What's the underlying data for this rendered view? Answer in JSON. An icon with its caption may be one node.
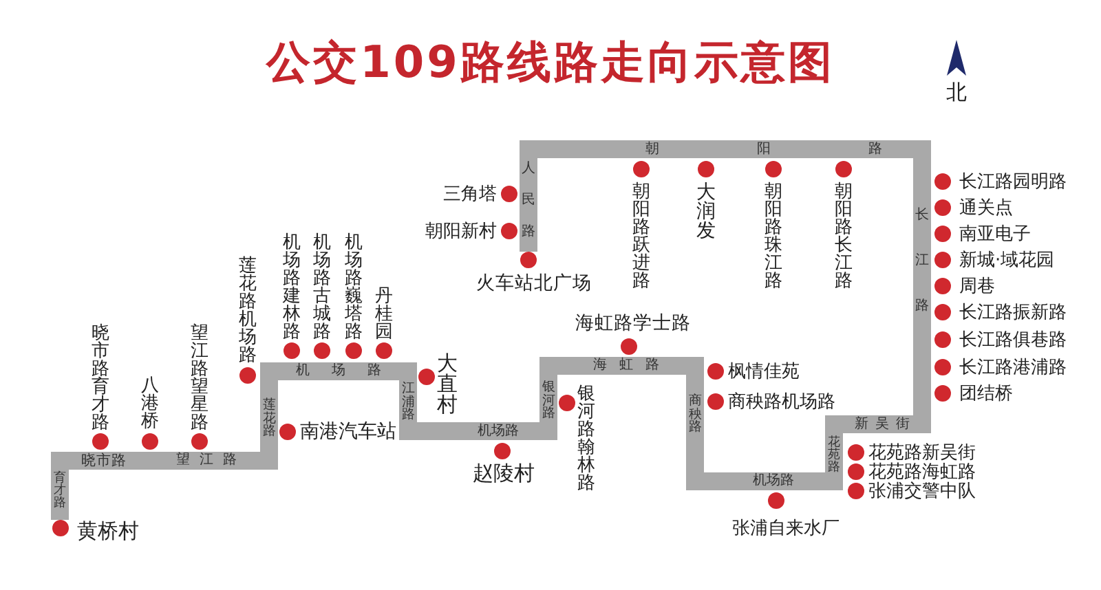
{
  "diagram": {
    "title": "公交109路线路走向示意图",
    "nodes": [
      {
        "text": [],
        "shape": "circle",
        "beside": [
          "黄桥村"
        ]
      },
      {
        "text": [],
        "shape": "circle",
        "beside": [
          "晓市路育才路"
        ]
      },
      {
        "text": [],
        "shape": "circle",
        "beside": [
          "八港桥"
        ]
      },
      {
        "text": [],
        "shape": "circle",
        "beside": [
          "望江路望星路"
        ]
      },
      {
        "text": [],
        "shape": "circle",
        "beside": [
          "莲花路机场路"
        ]
      },
      {
        "text": [],
        "shape": "circle",
        "beside": [
          "南港汽车站"
        ]
      },
      {
        "text": [],
        "shape": "circle",
        "beside": [
          "机场路建林路"
        ]
      },
      {
        "text": [],
        "shape": "circle",
        "beside": [
          "机场路古城路"
        ]
      },
      {
        "text": [],
        "shape": "circle",
        "beside": [
          "机场路巍塔路"
        ]
      },
      {
        "text": [],
        "shape": "circle",
        "beside": [
          "丹桂园"
        ]
      },
      {
        "text": [],
        "shape": "circle",
        "beside": [
          "大直村"
        ]
      },
      {
        "text": [],
        "shape": "circle",
        "beside": [
          "赵陵村"
        ]
      },
      {
        "text": [],
        "shape": "circle",
        "beside": [
          "银河路翰林路"
        ]
      },
      {
        "text": [],
        "shape": "circle",
        "beside": [
          "海虹路学士路"
        ]
      },
      {
        "text": [],
        "shape": "circle",
        "beside": [
          "枫情佳苑"
        ]
      },
      {
        "text": [],
        "shape": "circle",
        "beside": [
          "商秧路机场路"
        ]
      },
      {
        "text": [],
        "shape": "circle",
        "beside": [
          "张浦自来水厂"
        ]
      },
      {
        "text": [],
        "shape": "circle",
        "beside": [
          "张浦交警中队"
        ]
      },
      {
        "text": [],
        "shape": "circle",
        "beside": [
          "花苑路海虹路"
        ]
      },
      {
        "text": [],
        "shape": "circle",
        "beside": [
          "花苑路新吴街"
        ]
      },
      {
        "text": [],
        "shape": "circle",
        "beside": [
          "团结桥"
        ]
      },
      {
        "text": [],
        "shape": "circle",
        "beside": [
          "长江路港浦路"
        ]
      },
      {
        "text": [],
        "shape": "circle",
        "beside": [
          "长江路俱巷路"
        ]
      },
      {
        "text": [],
        "shape": "circle",
        "beside": [
          "长江路振新路"
        ]
      },
      {
        "text": [],
        "shape": "circle",
        "beside": [
          "周巷"
        ]
      },
      {
        "text": [],
        "shape": "circle",
        "beside": [
          "新城·域花园"
        ]
      },
      {
        "text": [],
        "shape": "circle",
        "beside": [
          "南亚电子"
        ]
      },
      {
        "text": [],
        "shape": "circle",
        "beside": [
          "通关点"
        ]
      },
      {
        "text": [],
        "shape": "circle",
        "beside": [
          "长江路园明路"
        ]
      },
      {
        "text": [],
        "shape": "circle",
        "beside": [
          "朝阳路长江路"
        ]
      },
      {
        "text": [],
        "shape": "circle",
        "beside": [
          "朝阳路珠江路"
        ]
      },
      {
        "text": [],
        "shape": "circle",
        "beside": [
          "大润发"
        ]
      },
      {
        "text": [],
        "shape": "circle",
        "beside": [
          "朝阳路跃进路"
        ]
      },
      {
        "text": [],
        "shape": "circle",
        "beside": [
          "三角塔"
        ]
      },
      {
        "text": [],
        "shape": "circle",
        "beside": [
          "朝阳新村"
        ]
      },
      {
        "text": [],
        "shape": "circle",
        "beside": [
          "火车站北广场"
        ]
      }
    ],
    "edges": [
      {
        "from": 0,
        "to": 35,
        "arrow": "none"
      }
    ],
    "labels": [
      "北",
      "育才路",
      "晓市路",
      "望江路",
      "莲花路",
      "机场路",
      "江浦路",
      "机场路",
      "银河路",
      "海虹路",
      "商秧路",
      "机场路",
      "花苑路",
      "新吴街",
      "长江路",
      "朝阳路",
      "人民路"
    ]
  }
}
